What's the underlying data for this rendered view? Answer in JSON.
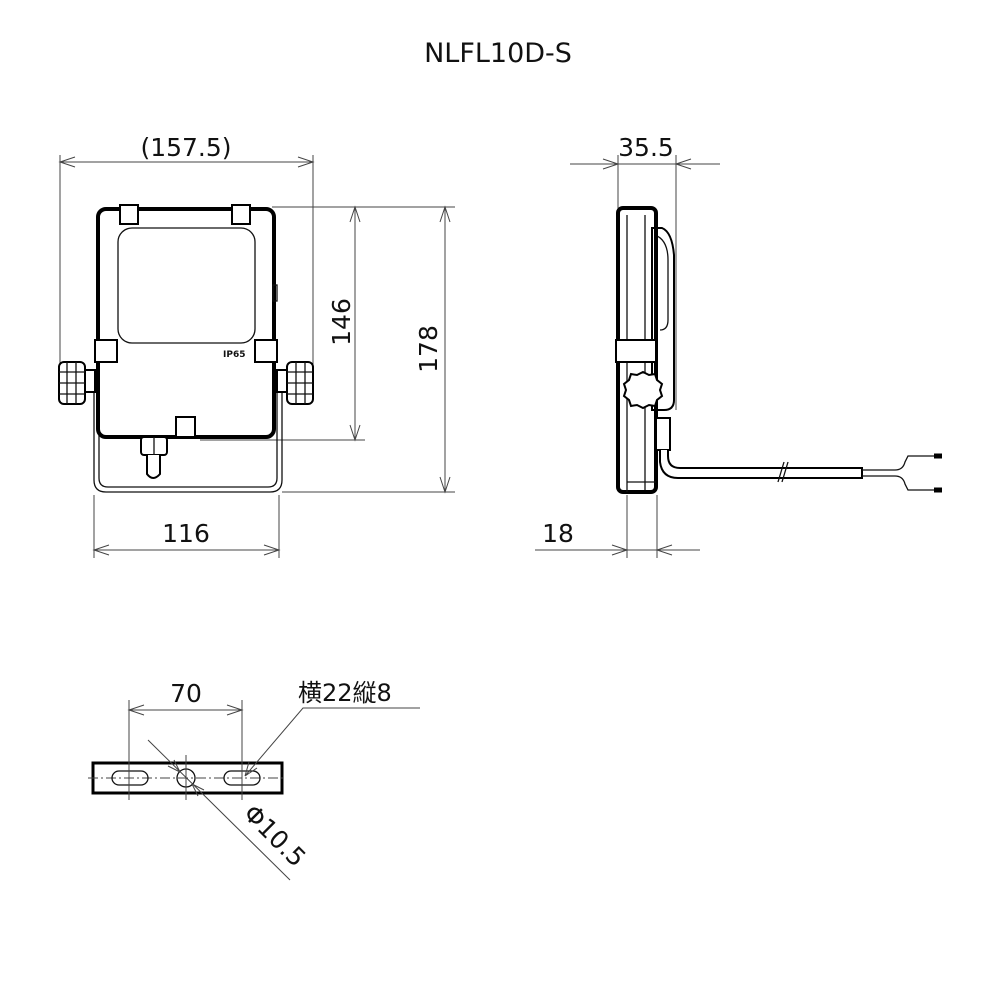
{
  "title": "NLFL10D-S",
  "front_view": {
    "width_label": "(157.5)",
    "body_height_label": "146",
    "total_height_label": "178",
    "bracket_width_label": "116",
    "ip_mark": "IP65"
  },
  "side_view": {
    "depth_label": "35.5",
    "body_depth_label": "18"
  },
  "bracket_view": {
    "hole_pitch_label": "70",
    "slot_label": "横22縦8",
    "hole_label": "Φ10.5"
  }
}
